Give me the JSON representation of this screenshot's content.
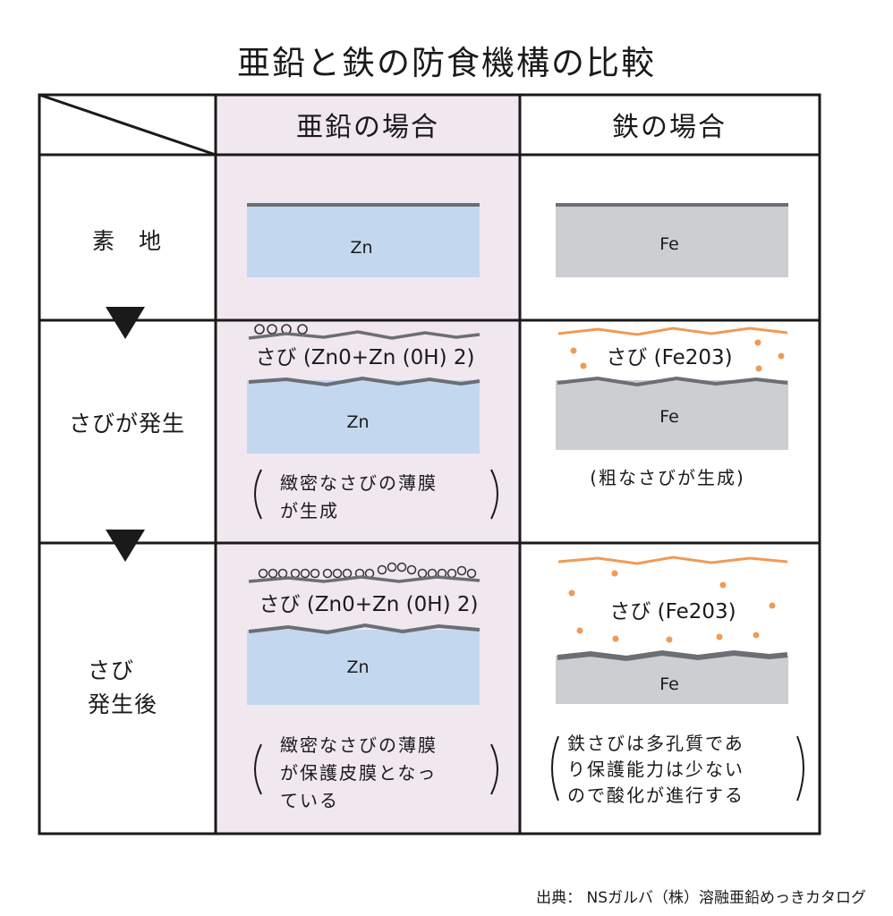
{
  "title": "亜鉛と鉄の防食機構の比較",
  "columns": {
    "zinc": "亜鉛の場合",
    "iron": "鉄の場合"
  },
  "rows": [
    {
      "key": "base",
      "label_lines": [
        "素　地"
      ]
    },
    {
      "key": "rust_forming",
      "label_lines": [
        "さびが発生"
      ]
    },
    {
      "key": "after_rust",
      "label_lines": [
        "さび",
        "発生後"
      ]
    }
  ],
  "metals": {
    "zinc": "Zn",
    "iron": "Fe"
  },
  "rust_labels": {
    "zinc": "さび (Zn0+Zn (0H) 2)",
    "iron": "さび (Fe203)"
  },
  "notes": {
    "zinc_rust_forming": [
      "緻密なさびの薄膜",
      "が生成"
    ],
    "iron_rust_forming": "(粗なさびが生成)",
    "zinc_after_rust": [
      "緻密なさびの薄膜",
      "が保護皮膜となっ",
      "ている"
    ],
    "iron_after_rust": [
      "鉄さびは多孔質であ",
      "り保護能力は少ない",
      "ので酸化が進行する"
    ]
  },
  "source": "出典： NSガルバ（株）溶融亜鉛めっきカタログ",
  "colors": {
    "zinc_column_bg": "#f1e7ef",
    "zinc_fill": "#c3d8ef",
    "iron_fill": "#cdced2",
    "surface_line": "#6b6e73",
    "iron_rust": "#f09a55",
    "grid": "#1a1a1a"
  }
}
